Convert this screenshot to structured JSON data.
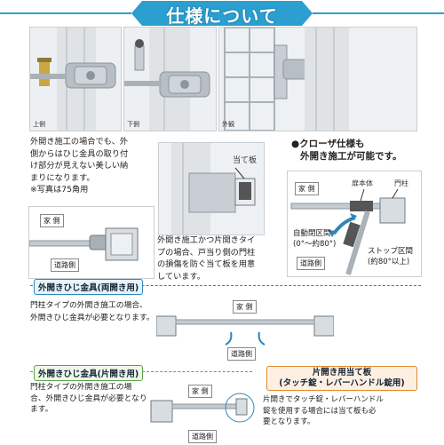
{
  "title": "仕様について",
  "colors": {
    "title_bg": "#2a9fd0",
    "accent_blue": "#2f86b8",
    "accent_green": "#58a64a",
    "accent_orange": "#e08a2c"
  },
  "photos": {
    "captions": [
      "上側",
      "下側",
      "外観"
    ]
  },
  "left_text": {
    "line1": "外開き施工の場合でも、外",
    "line2": "側からはひじ金具の取り付",
    "line3": "け部分が見えない美しい納",
    "line4": "まりになります。",
    "line5": "※写真は75角用"
  },
  "center_photo": {
    "label": "当て板"
  },
  "center_text": {
    "line1": "外開き施工かつ片開きタイ",
    "line2": "プの場合、戸当り側の門柱",
    "line3": "の損傷を防ぐ当て板を用意",
    "line4": "しています。"
  },
  "closer": {
    "heading1": "●クローザ仕様も",
    "heading2": "外開き施工が可能です。",
    "house": "家 側",
    "road": "道路側",
    "label_body": "扉本体",
    "label_post": "門柱",
    "auto_close": "自動閉区間",
    "auto_range": "(0°〜約80°)",
    "stop": "ストップ区間",
    "stop_range": "(約80°以上)"
  },
  "small_diagram": {
    "house": "家 側",
    "road": "道路側"
  },
  "section1": {
    "title": "外開きひじ金具(両開き用)",
    "line1": "門柱タイプの外開き施工の場合、",
    "line2": "外開きひじ金具が必要となります。",
    "house": "家 側",
    "road": "道路側"
  },
  "section2": {
    "title": "外開きひじ金具(片開き用)",
    "line1": "門柱タイプの外開き施工の場",
    "line2": "合、外開きひじ金具が必要となり",
    "line3": "ます。",
    "house": "家 側",
    "road": "道路側"
  },
  "section3": {
    "title1": "片開き用当て板",
    "title2": "(タッチ錠・レバーハンドル錠用)",
    "line1": "片開きでタッチ錠・レバーハンドル",
    "line2": "錠を使用する場合には当て板も必",
    "line3": "要となります。"
  }
}
